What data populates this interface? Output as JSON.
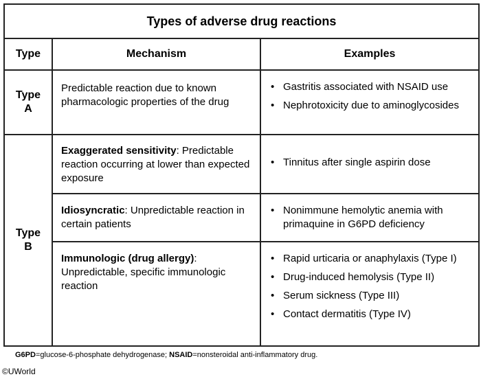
{
  "title": "Types of adverse drug reactions",
  "headers": {
    "type": "Type",
    "mechanism": "Mechanism",
    "examples": "Examples"
  },
  "type_a": {
    "label_line1": "Type",
    "label_line2": "A",
    "mechanism": "Predictable reaction due to known pharmacologic properties of the drug",
    "examples": [
      "Gastritis associated with NSAID use",
      "Nephrotoxicity due to aminoglycosides"
    ]
  },
  "type_b": {
    "label_line1": "Type",
    "label_line2": "B",
    "rows": [
      {
        "mechanism_bold": "Exaggerated sensitivity",
        "mechanism_rest": ": Predictable reaction occurring at lower than expected exposure",
        "examples": [
          "Tinnitus after single aspirin dose"
        ]
      },
      {
        "mechanism_bold": "Idiosyncratic",
        "mechanism_rest": ": Unpredictable reaction in certain patients",
        "examples": [
          "Nonimmune hemolytic anemia with primaquine in G6PD deficiency"
        ]
      },
      {
        "mechanism_bold": "Immunologic (drug allergy)",
        "mechanism_rest": ": Unpredictable, specific immunologic reaction",
        "examples": [
          "Rapid urticaria or anaphylaxis (Type I)",
          "Drug-induced hemolysis (Type II)",
          "Serum sickness (Type III)",
          "Contact dermatitis (Type IV)"
        ]
      }
    ]
  },
  "bullet": "•",
  "footnote": {
    "g6pd_abbr": "G6PD",
    "g6pd_def": "=glucose-6-phosphate dehydrogenase; ",
    "nsaid_abbr": "NSAID",
    "nsaid_def": "=nonsteroidal anti-inflammatory drug."
  },
  "copyright": "©UWorld"
}
